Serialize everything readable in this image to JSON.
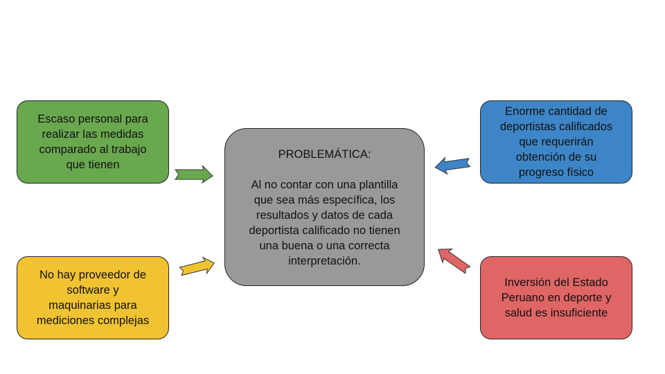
{
  "diagram": {
    "center": {
      "title": "PROBLEMÁTICA:",
      "body": "Al no contar con una plantilla\nque sea más específica, los\nresultados y datos de cada\ndeportista calificado no tienen\nuna buena o una correcta\ninterpretación.",
      "color": "#999999"
    },
    "causes": [
      {
        "text": "Escaso personal para\nrealizar las medidas\ncomparado al trabajo\nque tienen",
        "color": "#6aa84f"
      },
      {
        "text": "No hay proveedor de\nsoftware y\nmaquinarias para\nmediciones complejas",
        "color": "#f1c232"
      },
      {
        "text": "Enorme cantidad de\ndeportistas calificados\nque requerirán\nobtención de su\nprogreso físico",
        "color": "#3d85c6"
      },
      {
        "text": "Inversión del Estado\nPeruano en deporte y\nsalud es insuficiente",
        "color": "#e06666"
      }
    ]
  }
}
